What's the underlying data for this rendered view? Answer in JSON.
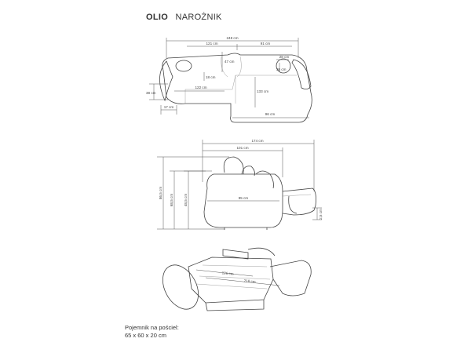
{
  "header": {
    "model": "OLIO",
    "type": "NAROŻNIK"
  },
  "top_view": {
    "total_width": "248 cm",
    "left_width": "121 cm",
    "right_width": "91 cm",
    "back_depth": "47 cm",
    "seat_depth": "18 cm",
    "arm_height": "38 cm",
    "seat_length": "122 cm",
    "chaise_depth": "133 cm",
    "chaise_width": "96 cm",
    "pillow_size": "28 cm",
    "pillow_depth": "36 cm",
    "arm_width": "17 cm"
  },
  "side_view": {
    "total_depth": "174 cm",
    "body_depth": "101 cm",
    "total_height": "86,5 cm",
    "back_height": "68,5 cm",
    "seat_height": "48,5 cm",
    "seat_depth": "95 cm",
    "leg_height": "2,5 cm"
  },
  "bed_view": {
    "bed_width": "126 cm",
    "bed_length": "218 cm"
  },
  "storage_note": {
    "line1": "Pojemnik na pościel:",
    "line2": "65 x 60 x 20 cm"
  }
}
